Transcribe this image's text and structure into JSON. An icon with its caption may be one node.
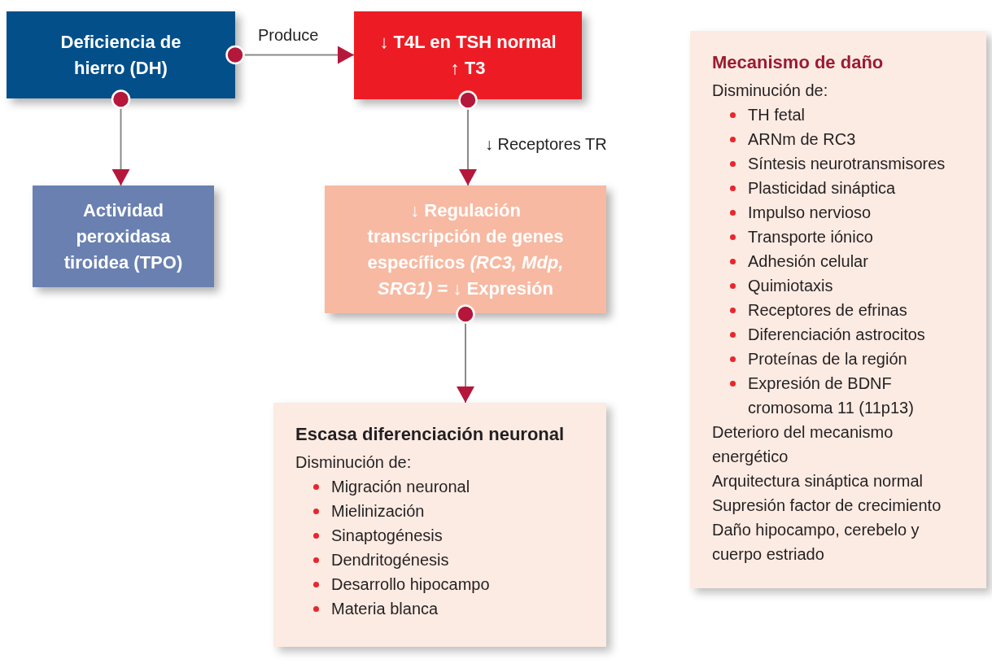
{
  "diagram": {
    "nodes": [
      {
        "text": [
          "Deficiencia de hierro (DH)"
        ]
      },
      {
        "text": [
          "↓ T4L en TSH normal",
          "↑ T3"
        ]
      },
      {
        "text": [
          "Actividad peroxidasa tiroidea (TPO)"
        ]
      },
      {
        "text": [
          "↓ Regulación transcripción de genes específicos *(RC3, Mdp, SRG1)* = ↓ Expresión"
        ]
      },
      {
        "text": [
          "Escasa diferenciación neuronal",
          "Disminución de:",
          "Migración neuronal",
          "Mielinización",
          "Sinaptogénesis",
          "Dendritogénesis",
          "Desarrollo hipocampo",
          "Materia blanca"
        ]
      },
      {
        "text": [
          "Mecanismo de daño",
          "Disminución de:",
          "TH fetal",
          "ARNm de RC3",
          "Síntesis neurotransmisores",
          "Plasticidad sináptica",
          "Impulso nervioso",
          "Transporte iónico",
          "Adhesión celular",
          "Quimiotaxis",
          "Receptores de efrinas",
          "Diferenciación astrocitos",
          "Proteínas de la región",
          "Expresión de BDNF cromosoma 11 (11p13)",
          "Deterioro del mecanismo energético",
          "Arquitectura sináptica normal",
          "Supresión factor de crecimiento",
          "Daño hipocampo, cerebelo y cuerpo estriado"
        ]
      }
    ],
    "edges": [
      {
        "from": 0,
        "to": 1,
        "arrow": "to",
        "label": "Produce"
      },
      {
        "from": 0,
        "to": 2,
        "arrow": "to"
      },
      {
        "from": 1,
        "to": 3,
        "arrow": "to",
        "label": "↓ Receptores TR"
      },
      {
        "from": 3,
        "to": 4,
        "arrow": "to"
      }
    ]
  }
}
